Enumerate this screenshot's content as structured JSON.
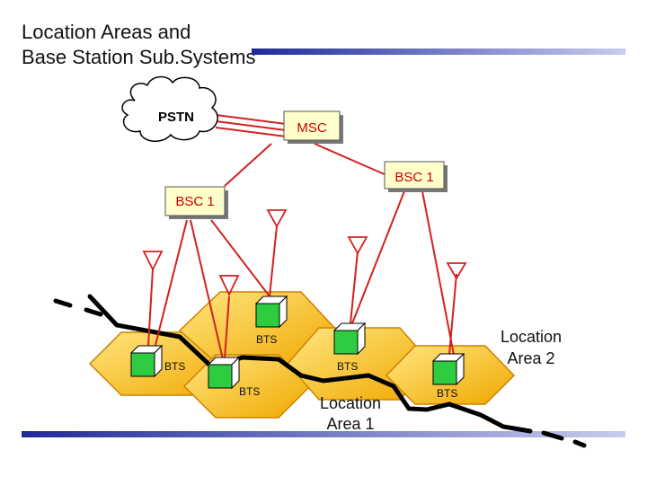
{
  "title": {
    "line1": "Location Areas and",
    "line2": "Base Station Sub.Systems"
  },
  "nodes": {
    "pstn": "PSTN",
    "msc": "MSC",
    "bsc_left": "BSC 1",
    "bsc_right": "BSC 1"
  },
  "bts_labels": [
    "BTS",
    "BTS",
    "BTS",
    "BTS",
    "BTS"
  ],
  "areas": {
    "area1_line1": "Location",
    "area1_line2": "Area 1",
    "area2_line1": "Location",
    "area2_line2": "Area 2"
  },
  "colors": {
    "bar_start": "#1f2a9a",
    "bar_end": "#c8ccee",
    "box_fill": "#ffffcc",
    "hex_fill": "#f5c518",
    "hex_edge": "#e08a00",
    "link": "#d42020",
    "bts_green": "#2ecc40"
  },
  "icons": [
    "cloud-icon",
    "antenna-icon",
    "bts-cube-icon"
  ]
}
